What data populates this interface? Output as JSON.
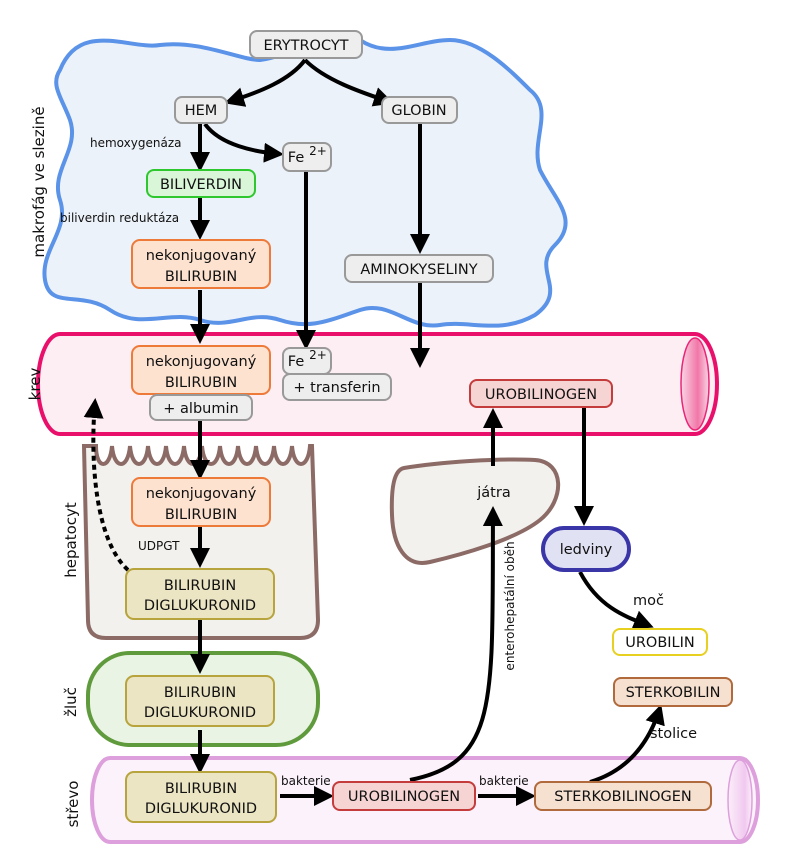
{
  "sections": {
    "macrophage": "makrofág ve slezině",
    "blood": "krev",
    "hepatocyte": "hepatocyt",
    "bile": "žluč",
    "intestine": "střevo"
  },
  "nodes": {
    "erythrocyte": "ERYTROCYT",
    "heme": "HEM",
    "globin": "GLOBIN",
    "iron_base": "Fe",
    "iron_charge": "2+",
    "biliverdin": "BILIVERDIN",
    "unconj_line1": "nekonjugovaný",
    "unconj_line2": "BILIRUBIN",
    "amino_acids": "AMINOKYSELINY",
    "albumin": "+ albumin",
    "transferrin": "+ transferin",
    "diglucuronide_line1": "BILIRUBIN",
    "diglucuronide_line2": "DIGLUKURONID",
    "urobilinogen": "UROBILINOGEN",
    "liver": "játra",
    "kidneys": "ledviny",
    "urobilin": "UROBILIN",
    "stercobilin": "STERKOBILIN",
    "stercobilinogen": "STERKOBILINOGEN"
  },
  "edge_labels": {
    "heme_oxygenase": "hemoxygenáza",
    "biliverdin_reductase": "biliverdin reduktáza",
    "udpgt": "UDPGT",
    "bacteria_1": "bakterie",
    "bacteria_2": "bakterie",
    "urine": "moč",
    "feces": "stolice",
    "enterohepatic": "enterohepatální oběh"
  },
  "colors": {
    "macrophage_stroke": "#5b93e8",
    "macrophage_fill": "#ecf2f9",
    "blood_stroke": "#e8106a",
    "blood_fill": "#fdeef4",
    "hepatocyte_stroke": "#8c6b66",
    "hepatocyte_fill": "#f3f1ee",
    "bile_stroke": "#5f9a3c",
    "bile_fill": "#eaf4e4",
    "intestine_stroke": "#dda0dc",
    "intestine_fill": "#fcf2fb",
    "grey_node_stroke": "#999999",
    "grey_node_fill": "#eeeeee",
    "green_node_stroke": "#2ec82e",
    "green_node_fill": "#d9f6d9",
    "orange_node_stroke": "#ee7a3a",
    "orange_node_fill": "#fde2d0",
    "olive_node_stroke": "#b8a43c",
    "olive_node_fill": "#ebe5c4",
    "red_node_stroke": "#c43c3c",
    "red_node_fill": "#f6d4d4",
    "kidney_stroke": "#3a36a8",
    "kidney_fill": "#e1e1f4",
    "yellow_node_stroke": "#e8d020",
    "brown_node_stroke": "#b06a3c",
    "brown_node_fill": "#f6e0d0"
  }
}
